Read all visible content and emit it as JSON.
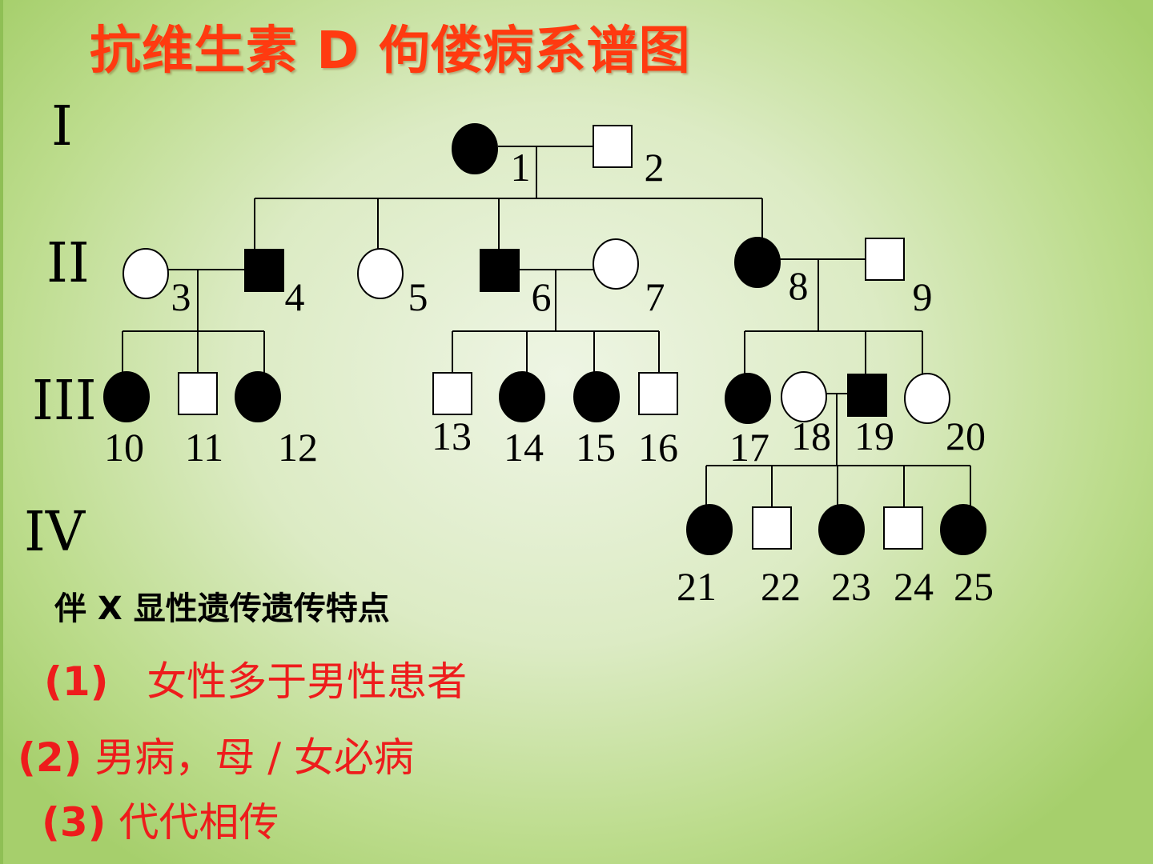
{
  "title": "抗维生素 D 佝偻病系谱图",
  "generations": [
    "I",
    "II",
    "III",
    "IV"
  ],
  "individuals": [
    {
      "id": "1",
      "sex": "female",
      "affected": true
    },
    {
      "id": "2",
      "sex": "male",
      "affected": false
    },
    {
      "id": "3",
      "sex": "female",
      "affected": false
    },
    {
      "id": "4",
      "sex": "male",
      "affected": true
    },
    {
      "id": "5",
      "sex": "female",
      "affected": false
    },
    {
      "id": "6",
      "sex": "male",
      "affected": true
    },
    {
      "id": "7",
      "sex": "female",
      "affected": false
    },
    {
      "id": "8",
      "sex": "female",
      "affected": true
    },
    {
      "id": "9",
      "sex": "male",
      "affected": false
    },
    {
      "id": "10",
      "sex": "female",
      "affected": true
    },
    {
      "id": "11",
      "sex": "male",
      "affected": false
    },
    {
      "id": "12",
      "sex": "female",
      "affected": true
    },
    {
      "id": "13",
      "sex": "male",
      "affected": false
    },
    {
      "id": "14",
      "sex": "female",
      "affected": true
    },
    {
      "id": "15",
      "sex": "female",
      "affected": true
    },
    {
      "id": "16",
      "sex": "male",
      "affected": false
    },
    {
      "id": "17",
      "sex": "female",
      "affected": true
    },
    {
      "id": "18",
      "sex": "female",
      "affected": false
    },
    {
      "id": "19",
      "sex": "male",
      "affected": true
    },
    {
      "id": "20",
      "sex": "female",
      "affected": false
    },
    {
      "id": "21",
      "sex": "female",
      "affected": true
    },
    {
      "id": "22",
      "sex": "male",
      "affected": false
    },
    {
      "id": "23",
      "sex": "female",
      "affected": true
    },
    {
      "id": "24",
      "sex": "male",
      "affected": false
    },
    {
      "id": "25",
      "sex": "female",
      "affected": true
    }
  ],
  "subtitle": "伴 X 显性遗传遗传特点",
  "traits": [
    {
      "num": "(1)",
      "text": "女性多于男性患者"
    },
    {
      "num": "(2)",
      "text": "男病，母 / 女必病"
    },
    {
      "num": "(3)",
      "text": "代代相传"
    }
  ],
  "colors": {
    "title": "#ff3a10",
    "trait": "#ee1c1c",
    "affected": "#000000",
    "unaffected": "#ffffff"
  }
}
